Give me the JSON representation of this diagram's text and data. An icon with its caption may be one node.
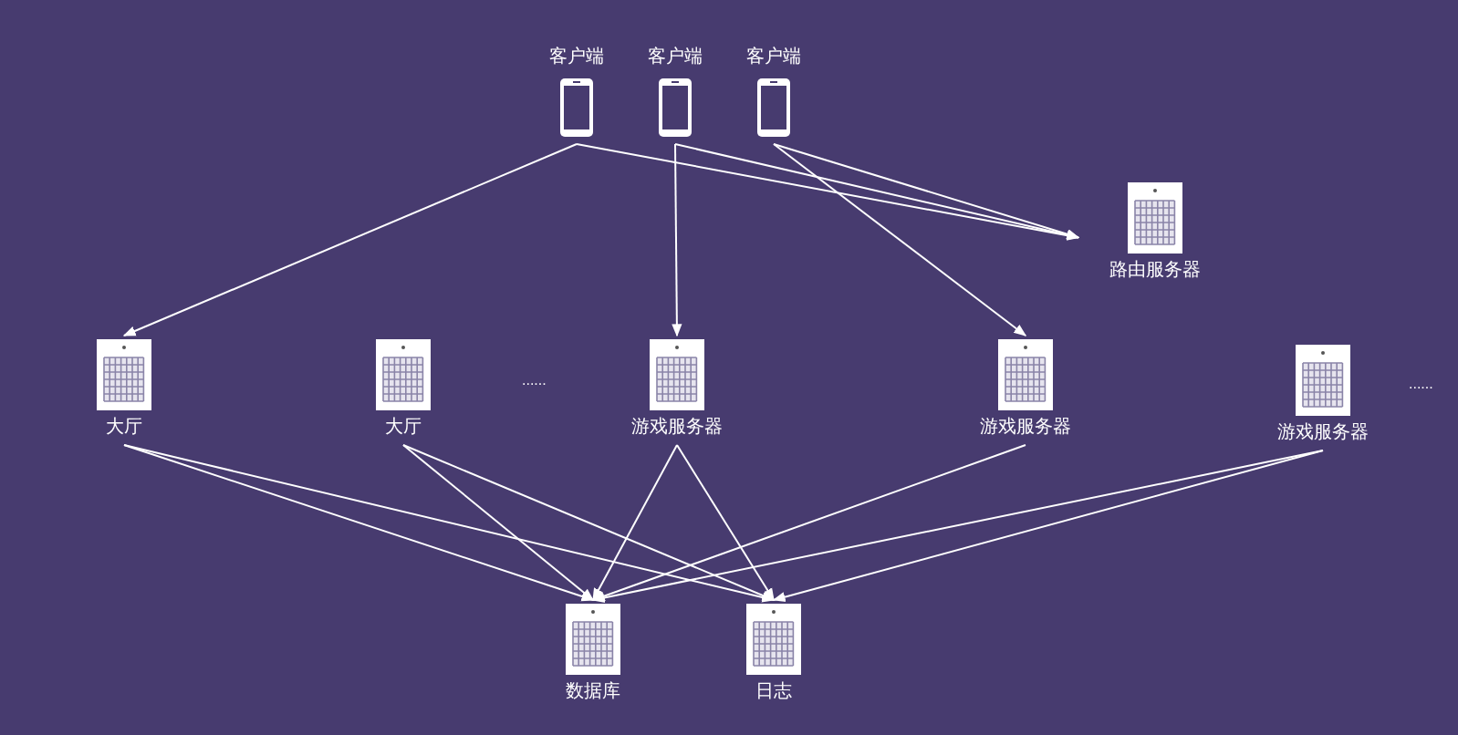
{
  "diagram": {
    "nodes": [
      {
        "text": [
          "客户端"
        ]
      },
      {
        "text": [
          "客户端"
        ]
      },
      {
        "text": [
          "客户端"
        ]
      },
      {
        "text": [
          "路由服务器"
        ]
      },
      {
        "text": [
          "大厅"
        ]
      },
      {
        "text": [
          "大厅"
        ]
      },
      {
        "text": [
          "游戏服务器"
        ]
      },
      {
        "text": [
          "游戏服务器"
        ]
      },
      {
        "text": [
          "游戏服务器"
        ]
      },
      {
        "text": [
          "数据库"
        ]
      },
      {
        "text": [
          "日志"
        ]
      }
    ],
    "edges": [
      {
        "from": 0,
        "to": 4,
        "arrow": "to"
      },
      {
        "from": 0,
        "to": 3,
        "arrow": "to"
      },
      {
        "from": 1,
        "to": 6,
        "arrow": "to"
      },
      {
        "from": 1,
        "to": 3,
        "arrow": "to"
      },
      {
        "from": 2,
        "to": 3,
        "arrow": "to"
      },
      {
        "from": 2,
        "to": 7,
        "arrow": "to"
      },
      {
        "from": 4,
        "to": 9,
        "arrow": "to"
      },
      {
        "from": 4,
        "to": 10,
        "arrow": "to"
      },
      {
        "from": 5,
        "to": 9,
        "arrow": "to"
      },
      {
        "from": 5,
        "to": 10,
        "arrow": "to"
      },
      {
        "from": 6,
        "to": 9,
        "arrow": "to"
      },
      {
        "from": 6,
        "to": 10,
        "arrow": "to"
      },
      {
        "from": 7,
        "to": 9,
        "arrow": "to"
      },
      {
        "from": 8,
        "to": 9,
        "arrow": "to"
      },
      {
        "from": 8,
        "to": 10,
        "arrow": "to"
      }
    ],
    "labels": [
      "......",
      "......"
    ]
  }
}
